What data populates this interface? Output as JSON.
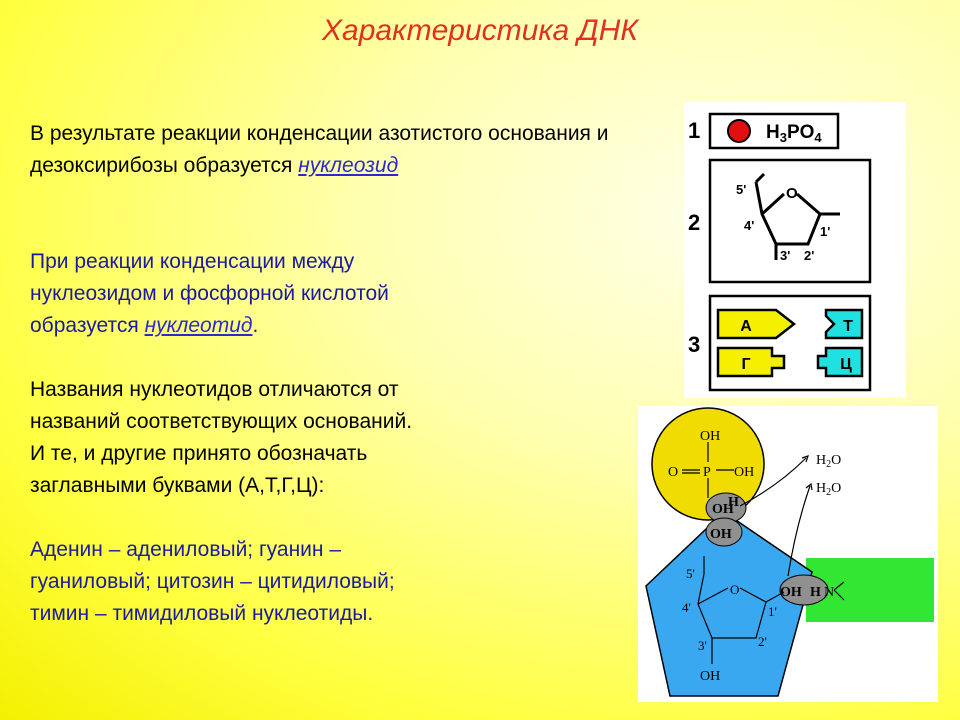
{
  "title": "Характеристика ДНК",
  "para1": {
    "text": "В результате реакции конденсации азотистого основания и  дезоксирибозы образуется ",
    "link": "нуклеозид"
  },
  "para2": {
    "text": "При реакции конденсации между нуклеозидом и фосфорной кислотой образуется ",
    "link": "нуклеотид",
    "suffix": "."
  },
  "para3": {
    "lines": [
      "Названия нуклеотидов отличаются от",
      "названий соответствующих оснований.",
      "И те, и другие принято обозначать",
      "заглавными буквами (А,Т,Г,Ц):"
    ]
  },
  "para4": {
    "lines": [
      "Аденин – адениловый; гуанин –",
      "гуаниловый; цитозин – цитидиловый;",
      "тимин – тимидиловый нуклеотиды."
    ]
  },
  "legend": {
    "n1": "1",
    "n2": "2",
    "n3": "3",
    "acid": "H3PO4",
    "ring_o": "O",
    "c5": "5'",
    "c4": "4'",
    "c3": "3'",
    "c2": "2'",
    "c1": "1'",
    "base_a": "А",
    "base_g": "Г",
    "base_t": "Т",
    "base_c": "Ц"
  },
  "diagram": {
    "oh_top": "OH",
    "o_left": "O",
    "p": "P",
    "oh_right": "OH",
    "oh_blob": "OH",
    "h_blob": "H",
    "oh_bottom_blob": "OH",
    "h2o_1": "H2O",
    "h2o_2": "H2O",
    "c5": "5'",
    "c4": "4'",
    "c3": "3'",
    "c2": "2'",
    "c1": "1'",
    "ring_o": "O",
    "oh_lower": "OH",
    "base_oh": "OH",
    "base_h": "H",
    "base_n": "N",
    "colors": {
      "phosphate": "#f0dc00",
      "sugar": "#3aa8f0",
      "base": "#33e633",
      "blob": "#909090"
    }
  }
}
